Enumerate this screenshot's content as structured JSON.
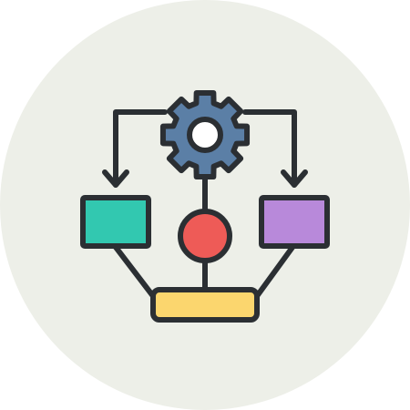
{
  "icon": {
    "name": "workflow-process-icon",
    "colors": {
      "background_circle": "#EDEFE8",
      "outline": "#2B2F33",
      "gear": "#5B7FA6",
      "gear_center": "#FFFFFF",
      "center_node": "#EE5B57",
      "left_box": "#32C8B0",
      "right_box": "#B889DA",
      "bottom_box": "#FBD66E"
    },
    "components": [
      "gear-icon",
      "arrow-left",
      "arrow-right",
      "left-box",
      "right-box",
      "center-node",
      "bottom-box"
    ]
  }
}
